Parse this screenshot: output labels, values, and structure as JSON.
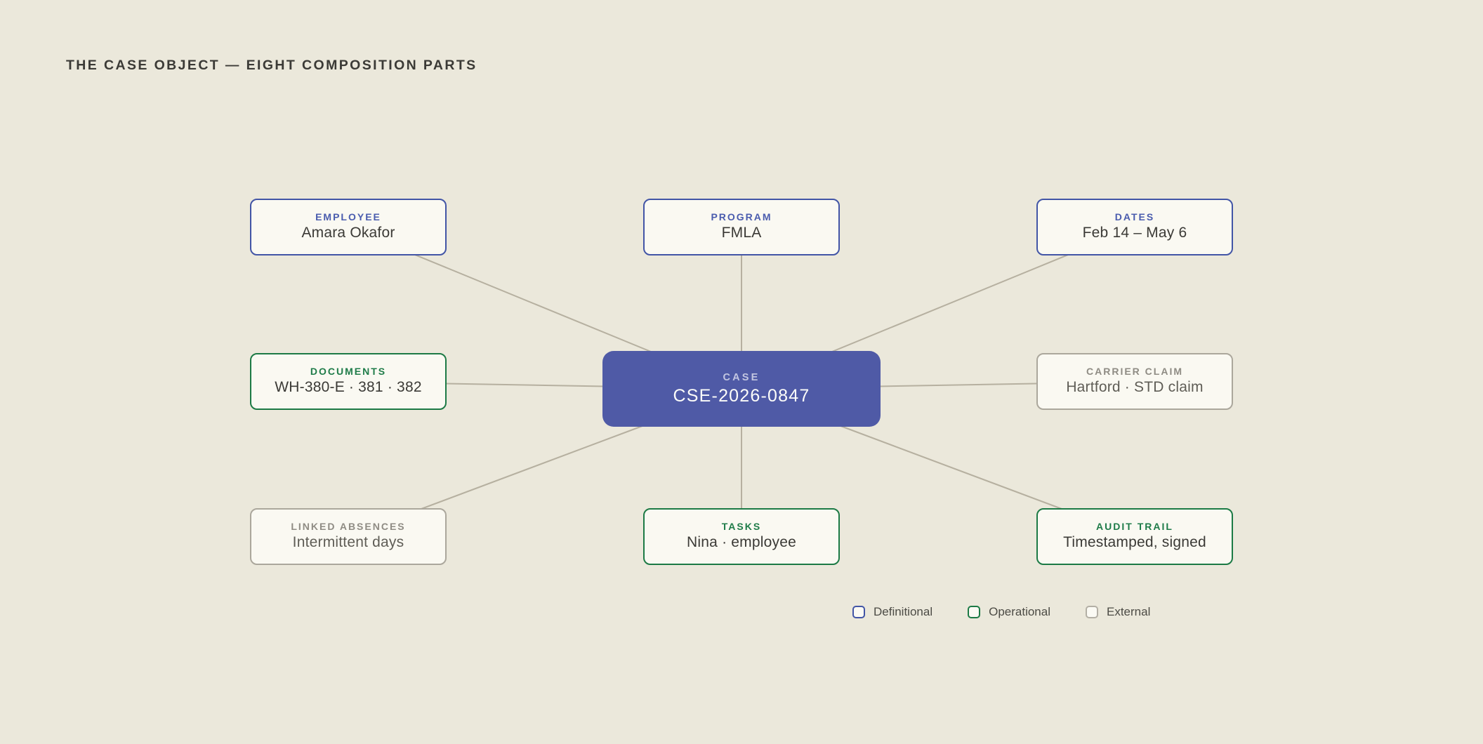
{
  "title": "THE CASE OBJECT — EIGHT COMPOSITION PARTS",
  "colors": {
    "background": "#ebe8db",
    "box_fill": "#faf9f2",
    "definitional_accent": "#4255a6",
    "operational_accent": "#1c7a45",
    "external_accent": "#aba79c",
    "case_fill": "#4f5aa6",
    "connector": "#b6b0a0",
    "text_dark": "#3b3a36",
    "text_gray": "#5f5d56"
  },
  "center": {
    "label": "CASE",
    "value": "CSE-2026-0847"
  },
  "nodes": [
    {
      "id": "employee",
      "label": "EMPLOYEE",
      "value": "Amara Okafor",
      "category": "definitional"
    },
    {
      "id": "program",
      "label": "PROGRAM",
      "value": "FMLA",
      "category": "definitional"
    },
    {
      "id": "dates",
      "label": "DATES",
      "value": "Feb 14 – May 6",
      "category": "definitional"
    },
    {
      "id": "documents",
      "label": "DOCUMENTS",
      "value": "WH-380-E · 381 · 382",
      "category": "operational"
    },
    {
      "id": "carrier-claim",
      "label": "CARRIER CLAIM",
      "value": "Hartford · STD claim",
      "category": "external"
    },
    {
      "id": "linked-absences",
      "label": "LINKED ABSENCES",
      "value": "Intermittent days",
      "category": "external"
    },
    {
      "id": "tasks",
      "label": "TASKS",
      "value": "Nina · employee",
      "category": "operational"
    },
    {
      "id": "audit-trail",
      "label": "AUDIT TRAIL",
      "value": "Timestamped, signed",
      "category": "operational"
    }
  ],
  "legend": [
    {
      "label": "Definitional",
      "category": "definitional"
    },
    {
      "label": "Operational",
      "category": "operational"
    },
    {
      "label": "External",
      "category": "external"
    }
  ]
}
